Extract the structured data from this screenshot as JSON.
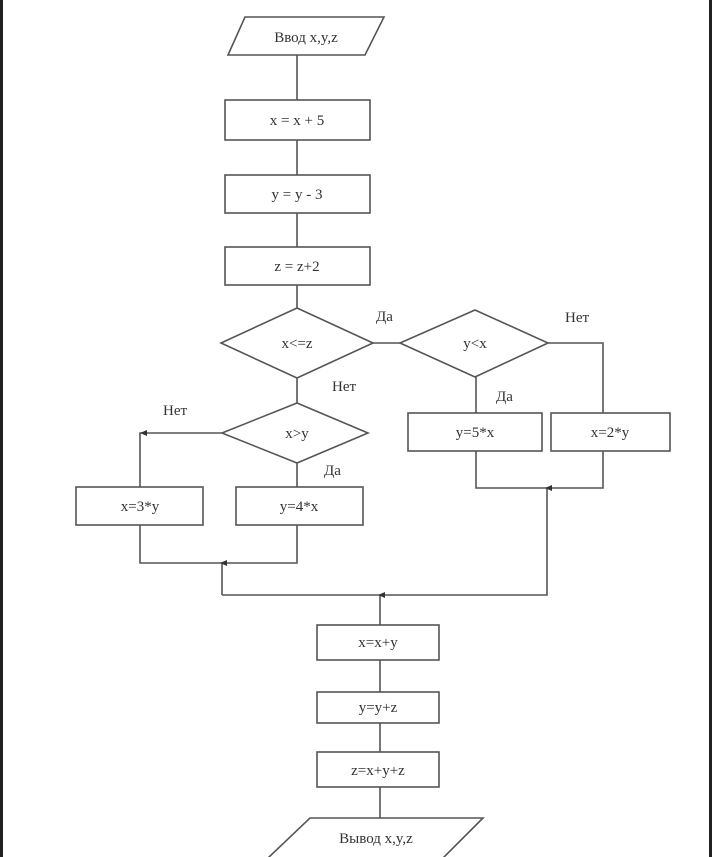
{
  "flowchart": {
    "input": "Ввод x,y,z",
    "step1": "x = x + 5",
    "step2": "y = y - 3",
    "step3": "z = z+2",
    "cond1": "x<=z",
    "cond1_yes": "Да",
    "cond1_no": "Нет",
    "cond2": "y<x",
    "cond2_yes": "Да",
    "cond2_no": "Нет",
    "cond3": "x>y",
    "cond3_yes": "Да",
    "cond3_no": "Нет",
    "branch_y5x": "y=5*x",
    "branch_x2y": "x=2*y",
    "branch_x3y": "x=3*y",
    "branch_y4x": "y=4*x",
    "step4": "x=x+y",
    "step5": "y=y+z",
    "step6": "z=x+y+z",
    "output": "Вывод x,y,z"
  }
}
